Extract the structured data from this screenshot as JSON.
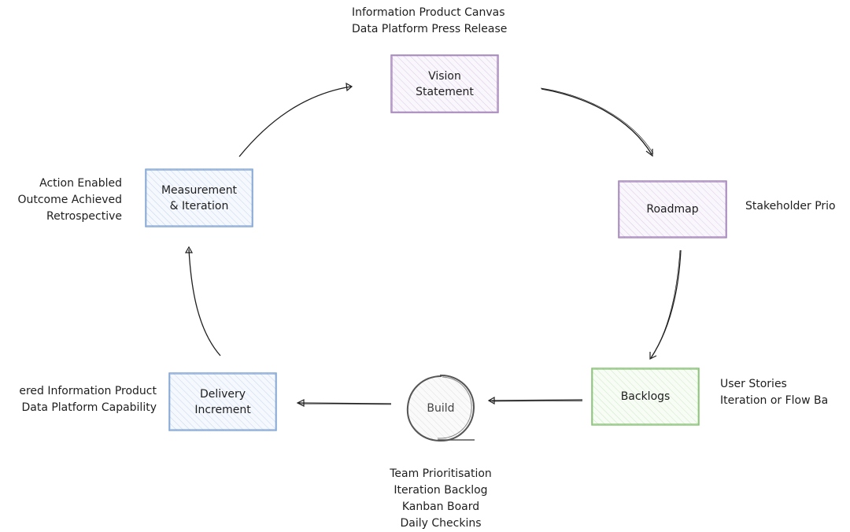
{
  "diagram": {
    "title": "Data product lifecycle",
    "colors": {
      "purple_stroke": "#9c7bb5",
      "purple_fill": "#f3eef8",
      "blue_stroke": "#7a9fd1",
      "blue_fill": "#eaf1fb",
      "green_stroke": "#7fbd6b",
      "green_fill": "#eef8ea",
      "gray_stroke": "#555555",
      "gray_fill": "#f2f2f2",
      "arrow": "#1e1e1e"
    },
    "nodes": [
      {
        "id": "vision",
        "shape": "rectangle",
        "color": "purple",
        "lines": [
          "Vision",
          "Statement"
        ]
      },
      {
        "id": "roadmap",
        "shape": "rectangle",
        "color": "purple",
        "lines": [
          "Roadmap"
        ]
      },
      {
        "id": "backlogs",
        "shape": "rectangle",
        "color": "green",
        "lines": [
          "Backlogs"
        ]
      },
      {
        "id": "build",
        "shape": "circle",
        "color": "gray",
        "lines": [
          "Build"
        ]
      },
      {
        "id": "delivery",
        "shape": "rectangle",
        "color": "blue",
        "lines": [
          "Delivery",
          "Increment"
        ]
      },
      {
        "id": "measurement",
        "shape": "rectangle",
        "color": "blue",
        "lines": [
          "Measurement",
          "& Iteration"
        ]
      }
    ],
    "annotations": {
      "vision": [
        "Information Product Canvas",
        "Data Platform Press Release"
      ],
      "roadmap": [
        "Stakeholder Prio"
      ],
      "backlogs": [
        "User Stories",
        "Iteration or Flow Ba"
      ],
      "build": [
        "Team Prioritisation",
        "Iteration Backlog",
        "Kanban Board",
        "Daily Checkins"
      ],
      "delivery": [
        "ered Information Product",
        "Data Platform Capability"
      ],
      "measurement": [
        "Action Enabled",
        "Outcome Achieved",
        "Retrospective"
      ]
    },
    "edges": [
      {
        "from": "measurement",
        "to": "vision"
      },
      {
        "from": "vision",
        "to": "roadmap"
      },
      {
        "from": "roadmap",
        "to": "backlogs"
      },
      {
        "from": "backlogs",
        "to": "build"
      },
      {
        "from": "build",
        "to": "delivery"
      },
      {
        "from": "delivery",
        "to": "measurement"
      }
    ]
  }
}
